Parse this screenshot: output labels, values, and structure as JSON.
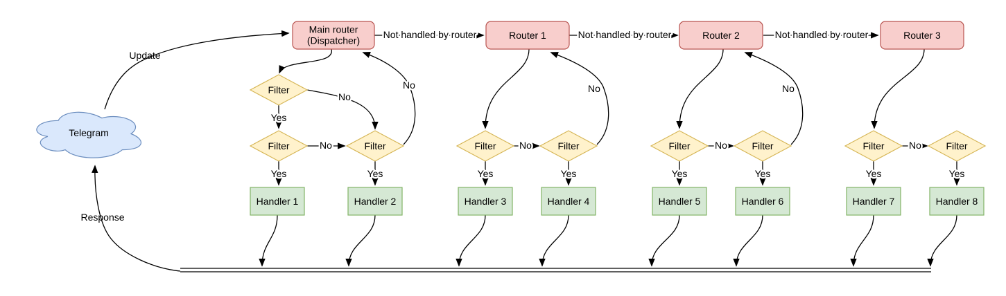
{
  "diagram": {
    "cloud": {
      "label": "Telegram"
    },
    "labels": {
      "update": "Update",
      "response": "Response",
      "not_handled": "Not handled by router",
      "yes": "Yes",
      "no": "No",
      "filter": "Filter"
    },
    "routers": [
      {
        "label": "Main router",
        "sublabel": "(Dispatcher)"
      },
      {
        "label": "Router 1"
      },
      {
        "label": "Router 2"
      },
      {
        "label": "Router 3"
      }
    ],
    "handlers": [
      "Handler 1",
      "Handler 2",
      "Handler 3",
      "Handler 4",
      "Handler 5",
      "Handler 6",
      "Handler 7",
      "Handler 8"
    ],
    "colors": {
      "router_fill": "#f8cecc",
      "router_stroke": "#b85450",
      "filter_fill": "#fff2cc",
      "filter_stroke": "#d6b656",
      "handler_fill": "#d5e8d4",
      "handler_stroke": "#82b366",
      "cloud_fill": "#dae8fc",
      "cloud_stroke": "#6c8ebf",
      "line": "#000000"
    }
  }
}
